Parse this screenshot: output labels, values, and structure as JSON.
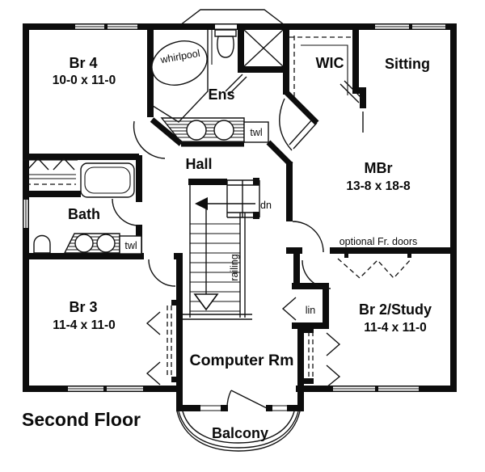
{
  "plan": {
    "title": "Second Floor",
    "rooms": {
      "br4": {
        "name": "Br 4",
        "dims": "10-0 x 11-0"
      },
      "ens": {
        "name": "Ens"
      },
      "wic": {
        "name": "WIC"
      },
      "sitting": {
        "name": "Sitting"
      },
      "mbr": {
        "name": "MBr",
        "dims": "13-8 x 18-8"
      },
      "hall": {
        "name": "Hall"
      },
      "bath": {
        "name": "Bath"
      },
      "br3": {
        "name": "Br 3",
        "dims": "11-4 x 11-0"
      },
      "br2": {
        "name": "Br 2/Study",
        "dims": "11-4 x 11-0"
      },
      "computer": {
        "name": "Computer Rm"
      },
      "balcony": {
        "name": "Balcony"
      }
    },
    "annotations": {
      "whirlpool": "whirlpool",
      "towel_ens": "twl",
      "towel_bath": "twl",
      "down": "dn",
      "railing": "railing",
      "linen": "lin",
      "optional_doors": "optional Fr. doors"
    },
    "colors": {
      "ink": "#0d0d0d",
      "paper": "#ffffff"
    }
  }
}
